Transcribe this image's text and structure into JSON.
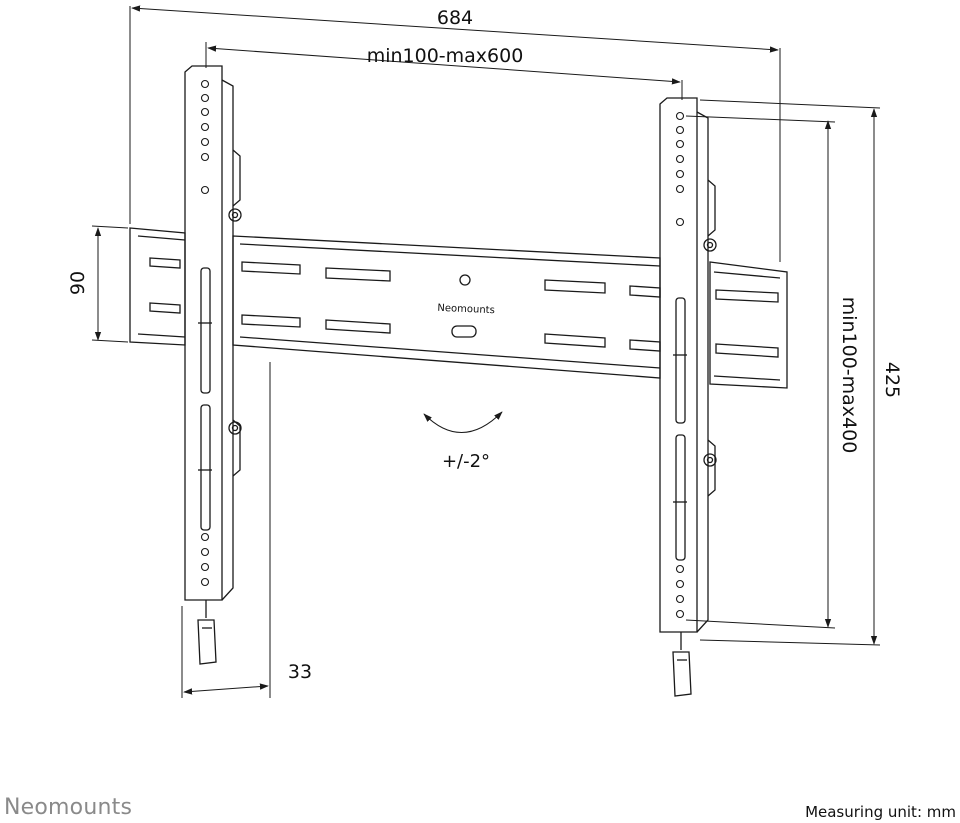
{
  "dimensions": {
    "overall_width": "684",
    "vesa_width": "min100-max600",
    "rail_height": "90",
    "vesa_height": "min100-max400",
    "overall_height": "425",
    "depth": "33",
    "tilt": "+/-2°"
  },
  "product_brand_label": "Neomounts",
  "footer": {
    "brand": "Neomounts",
    "measuring_unit": "Measuring unit: mm"
  },
  "colors": {
    "line": "#1a1a1a",
    "footer_brand": "#8a8a8a"
  }
}
